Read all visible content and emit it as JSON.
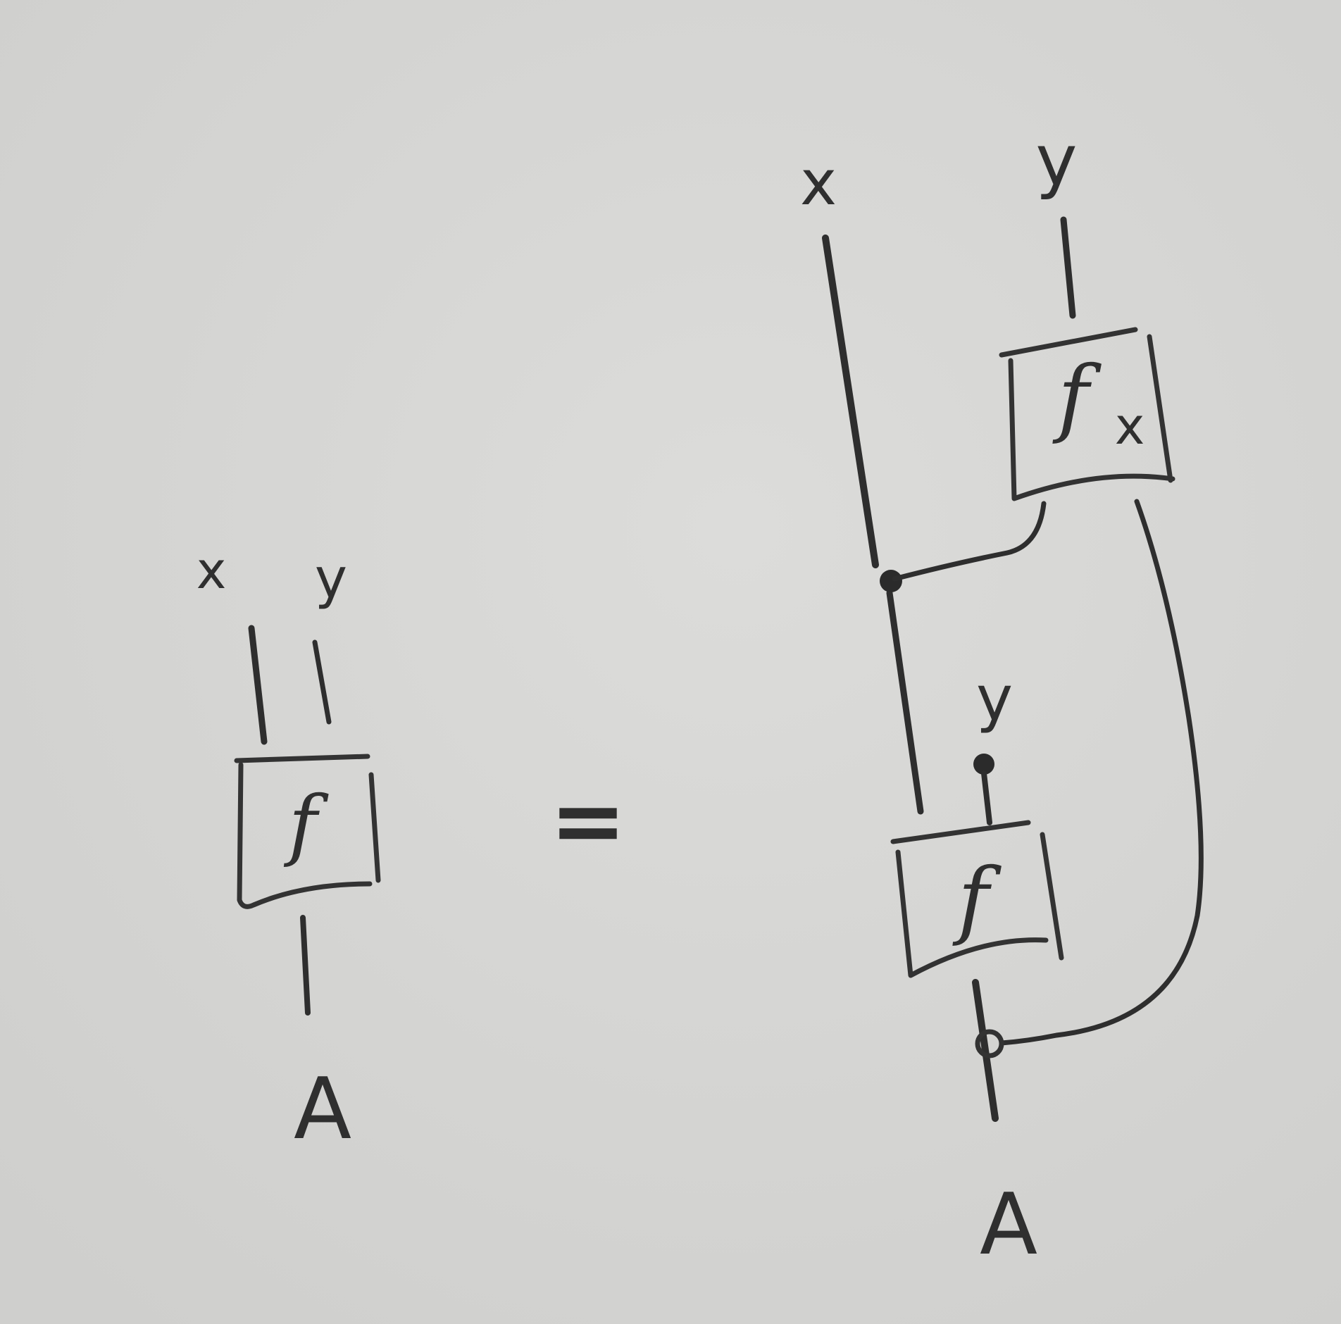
{
  "paper_color": "#d6d6d4",
  "ink_color": "#2e2e2e",
  "equals_sign": "=",
  "lhs": {
    "input_x": "x",
    "input_y": "y",
    "box_label": "f",
    "output": "A"
  },
  "rhs": {
    "input_x": "x",
    "input_y": "y",
    "top_box_label": "f",
    "top_box_subscript": "x",
    "inner_y": "y",
    "bottom_box_label": "f",
    "output": "A"
  }
}
